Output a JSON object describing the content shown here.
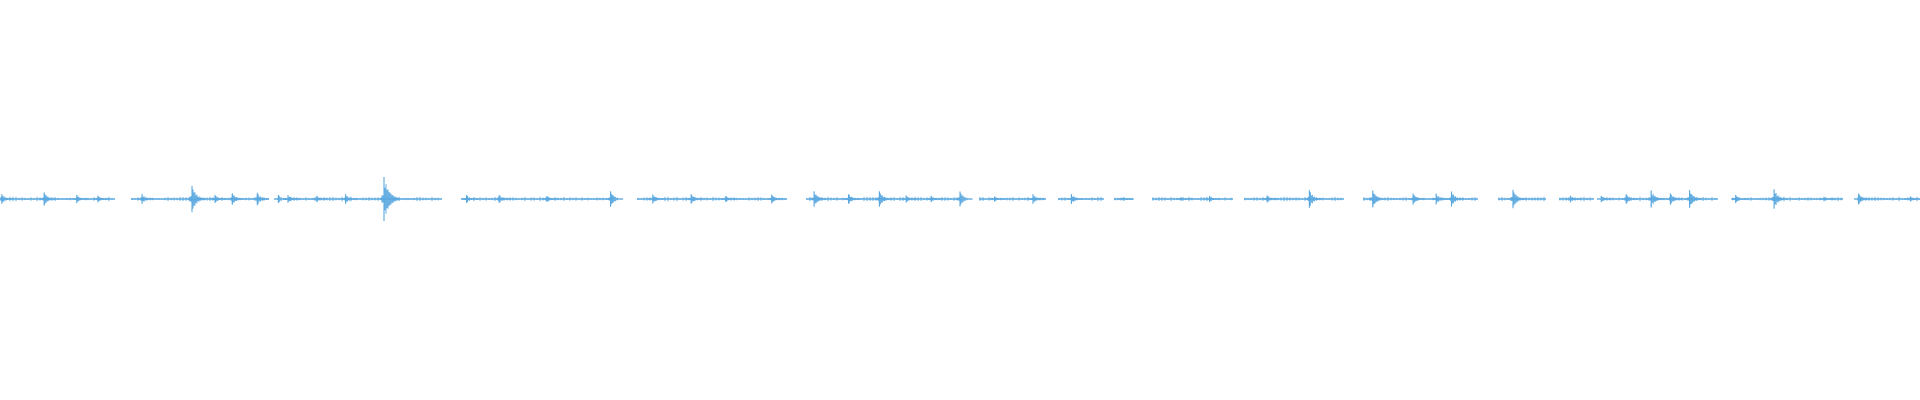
{
  "waveform": {
    "color": "#5aa8e0",
    "background": "#ffffff",
    "baseline": 0,
    "max_amplitude": 1.0,
    "segments": [
      [
        0.0,
        0.06
      ],
      [
        0.068,
        0.14
      ],
      [
        0.148,
        0.23
      ],
      [
        0.24,
        0.32
      ],
      [
        0.332,
        0.41
      ],
      [
        0.42,
        0.5
      ],
      [
        0.51,
        0.545
      ],
      [
        0.551,
        0.575
      ],
      [
        0.58,
        0.59
      ],
      [
        0.6,
        0.642
      ],
      [
        0.648,
        0.7
      ],
      [
        0.71,
        0.77
      ],
      [
        0.78,
        0.805
      ],
      [
        0.812,
        0.83
      ],
      [
        0.835,
        0.895
      ],
      [
        0.902,
        0.96
      ],
      [
        0.968,
        1.0
      ]
    ],
    "peaks": [
      {
        "t": 0.001,
        "a": 0.22
      },
      {
        "t": 0.023,
        "a": 0.3
      },
      {
        "t": 0.04,
        "a": 0.18
      },
      {
        "t": 0.051,
        "a": 0.15
      },
      {
        "t": 0.074,
        "a": 0.22
      },
      {
        "t": 0.1,
        "a": 0.6
      },
      {
        "t": 0.112,
        "a": 0.18
      },
      {
        "t": 0.121,
        "a": 0.26
      },
      {
        "t": 0.134,
        "a": 0.28
      },
      {
        "t": 0.145,
        "a": 0.18
      },
      {
        "t": 0.15,
        "a": 0.17
      },
      {
        "t": 0.165,
        "a": 0.14
      },
      {
        "t": 0.18,
        "a": 0.22
      },
      {
        "t": 0.2,
        "a": 1.0
      },
      {
        "t": 0.243,
        "a": 0.18
      },
      {
        "t": 0.26,
        "a": 0.18
      },
      {
        "t": 0.285,
        "a": 0.13
      },
      {
        "t": 0.318,
        "a": 0.35
      },
      {
        "t": 0.34,
        "a": 0.2
      },
      {
        "t": 0.36,
        "a": 0.22
      },
      {
        "t": 0.378,
        "a": 0.14
      },
      {
        "t": 0.402,
        "a": 0.2
      },
      {
        "t": 0.424,
        "a": 0.35
      },
      {
        "t": 0.442,
        "a": 0.22
      },
      {
        "t": 0.458,
        "a": 0.35
      },
      {
        "t": 0.472,
        "a": 0.16
      },
      {
        "t": 0.485,
        "a": 0.14
      },
      {
        "t": 0.5,
        "a": 0.34
      },
      {
        "t": 0.518,
        "a": 0.12
      },
      {
        "t": 0.538,
        "a": 0.22
      },
      {
        "t": 0.558,
        "a": 0.22
      },
      {
        "t": 0.585,
        "a": 0.06
      },
      {
        "t": 0.615,
        "a": 0.08
      },
      {
        "t": 0.63,
        "a": 0.14
      },
      {
        "t": 0.66,
        "a": 0.16
      },
      {
        "t": 0.682,
        "a": 0.4
      },
      {
        "t": 0.715,
        "a": 0.38
      },
      {
        "t": 0.736,
        "a": 0.25
      },
      {
        "t": 0.748,
        "a": 0.24
      },
      {
        "t": 0.756,
        "a": 0.34
      },
      {
        "t": 0.788,
        "a": 0.42
      },
      {
        "t": 0.818,
        "a": 0.15
      },
      {
        "t": 0.834,
        "a": 0.14
      },
      {
        "t": 0.847,
        "a": 0.22
      },
      {
        "t": 0.86,
        "a": 0.38
      },
      {
        "t": 0.87,
        "a": 0.26
      },
      {
        "t": 0.88,
        "a": 0.4
      },
      {
        "t": 0.904,
        "a": 0.18
      },
      {
        "t": 0.924,
        "a": 0.44
      },
      {
        "t": 0.95,
        "a": 0.1
      },
      {
        "t": 0.968,
        "a": 0.25
      },
      {
        "t": 0.995,
        "a": 0.12
      }
    ]
  }
}
